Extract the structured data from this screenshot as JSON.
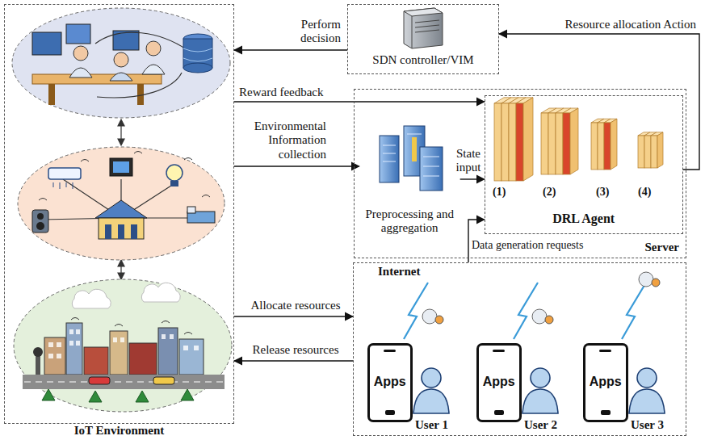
{
  "diagram": {
    "nodes": [
      {
        "text": [
          "IoT Environment"
        ]
      },
      {
        "text": [
          "SDN controller/VIM"
        ]
      },
      {
        "text": [
          "Server"
        ]
      },
      {
        "text": [
          "Preprocessing and aggregation"
        ],
        "in": 2
      },
      {
        "text": [
          "DRL Agent"
        ],
        "in": 2
      },
      {
        "text": [
          "Internet"
        ]
      },
      {
        "text": [
          "Apps"
        ],
        "in": 5
      },
      {
        "text": [
          "Apps"
        ],
        "in": 5
      },
      {
        "text": [
          "Apps"
        ],
        "in": 5
      }
    ],
    "edges": [
      {
        "from": 1,
        "to": 0,
        "label": "Perform decision",
        "arrow": "to"
      },
      {
        "from": 4,
        "to": 1,
        "label": "Resource allocation Action",
        "arrow": "to"
      },
      {
        "from": 0,
        "to": 4,
        "label": "Reward feedback",
        "arrow": "to"
      },
      {
        "from": 0,
        "to": 3,
        "label": "Environmental Information collection",
        "arrow": "to"
      },
      {
        "from": 3,
        "to": 4,
        "label": "State input",
        "arrow": "to"
      },
      {
        "from": 5,
        "to": 4,
        "label": "Data generation requests",
        "arrow": "to"
      },
      {
        "from": 0,
        "to": 5,
        "label": "Allocate resources",
        "arrow": "to"
      },
      {
        "from": 5,
        "to": 0,
        "label": "Release resources",
        "arrow": "to"
      }
    ],
    "labels": [
      "(1)",
      "(2)",
      "(3)",
      "(4)",
      "User 1",
      "User 2",
      "User 3"
    ]
  }
}
